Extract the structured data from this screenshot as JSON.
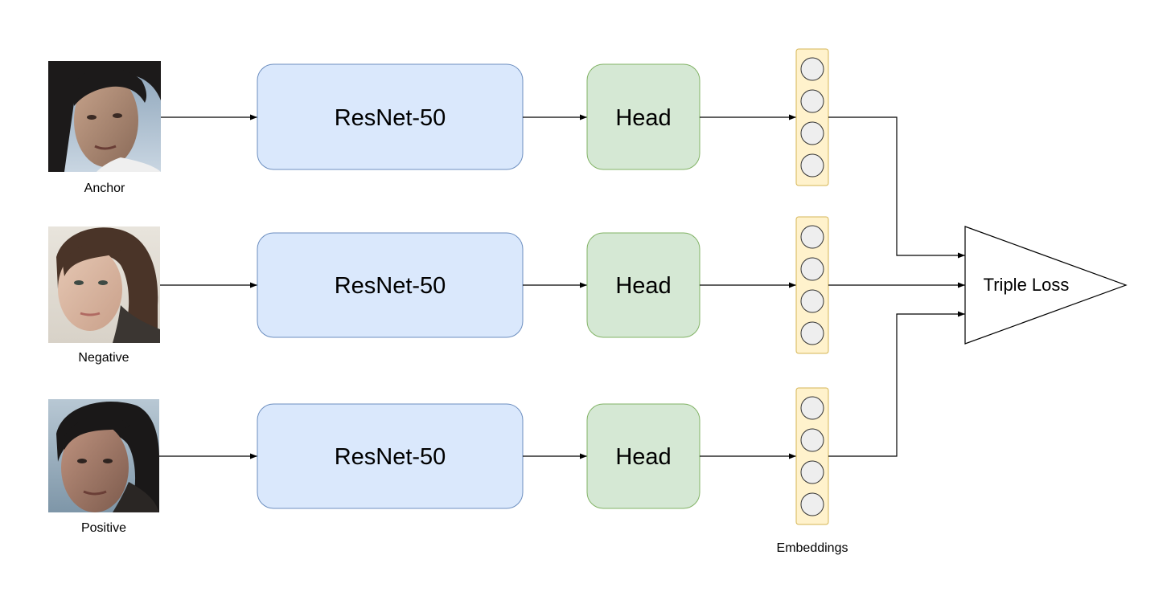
{
  "rows": [
    {
      "image_label": "Anchor",
      "backbone_label": "ResNet-50",
      "head_label": "Head"
    },
    {
      "image_label": "Negative",
      "backbone_label": "ResNet-50",
      "head_label": "Head"
    },
    {
      "image_label": "Positive",
      "backbone_label": "ResNet-50",
      "head_label": "Head"
    }
  ],
  "embeddings_label": "Embeddings",
  "loss_label": "Triple Loss",
  "colors": {
    "backbone_fill": "#dae8fc",
    "backbone_stroke": "#6c8ebf",
    "head_fill": "#d5e8d4",
    "head_stroke": "#82b366",
    "embedding_fill": "#fff2cc",
    "embedding_stroke": "#d6b656",
    "node_fill": "#eeeeee",
    "node_stroke": "#333333"
  }
}
